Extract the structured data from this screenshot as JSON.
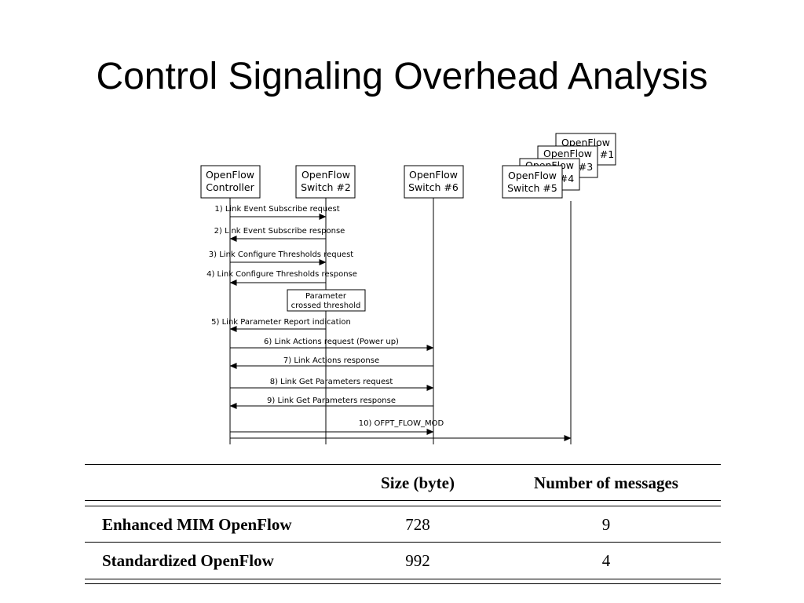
{
  "slide": {
    "title": "Control Signaling Overhead Analysis"
  },
  "diagram": {
    "entities": [
      {
        "line1": "OpenFlow",
        "line2": "Controller"
      },
      {
        "line1": "OpenFlow",
        "line2": "Switch #2"
      },
      {
        "line1": "OpenFlow",
        "line2": "Switch #6"
      },
      {
        "line1": "OpenFlow",
        "line2": "Switch #5"
      }
    ],
    "stacked_switches": [
      {
        "line1": "OpenFlow",
        "line2": "#1"
      },
      {
        "line1": "OpenFlow",
        "line2": "#3"
      },
      {
        "line1": "OpenFlow",
        "line2": "#4"
      }
    ],
    "note": {
      "line1": "Parameter",
      "line2": "crossed threshold"
    },
    "messages": [
      "1) Link Event Subscribe request",
      "2) Link Event Subscribe response",
      "3) Link Configure Thresholds request",
      "4) Link Configure Thresholds response",
      "5) Link Parameter Report indication",
      "6) Link Actions request (Power up)",
      "7) Link Actions response",
      "8) Link Get Parameters request",
      "9) Link Get Parameters response",
      "10) OFPT_FLOW_MOD"
    ]
  },
  "table": {
    "headers": [
      "",
      "Size (byte)",
      "Number of messages"
    ],
    "rows": [
      {
        "label": "Enhanced MIM OpenFlow",
        "size": "728",
        "messages": "9"
      },
      {
        "label": "Standardized OpenFlow",
        "size": "992",
        "messages": "4"
      }
    ]
  }
}
